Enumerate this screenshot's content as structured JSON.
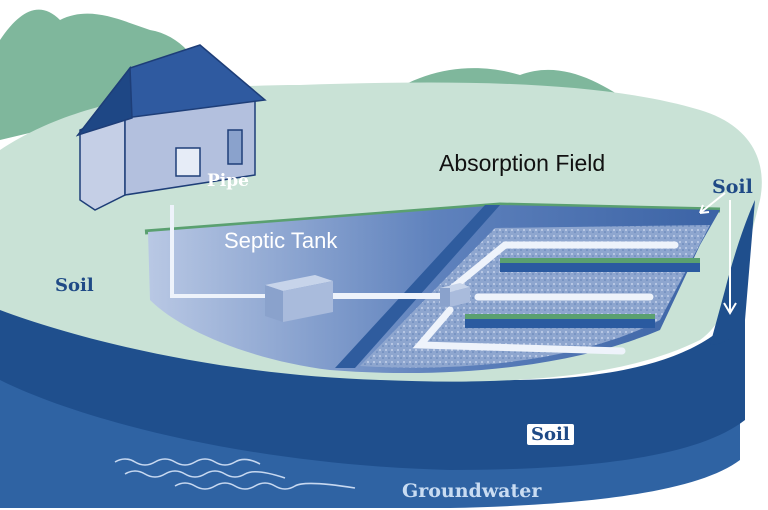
{
  "labels": {
    "absorption_field": "Absorption Field",
    "soil_right": "Soil",
    "pipe": "Pipe",
    "septic_tank": "Septic Tank",
    "soil_left": "Soil",
    "soil_badge": "Soil",
    "groundwater": "Groundwater"
  },
  "colors": {
    "ground": "#c9e2d6",
    "hills": "#7fb79c",
    "deep_layer": "#1f4f8d",
    "lower_layer": "#2f63a3",
    "pit": "#4a72b0",
    "text_navy": "#1f4a86"
  }
}
